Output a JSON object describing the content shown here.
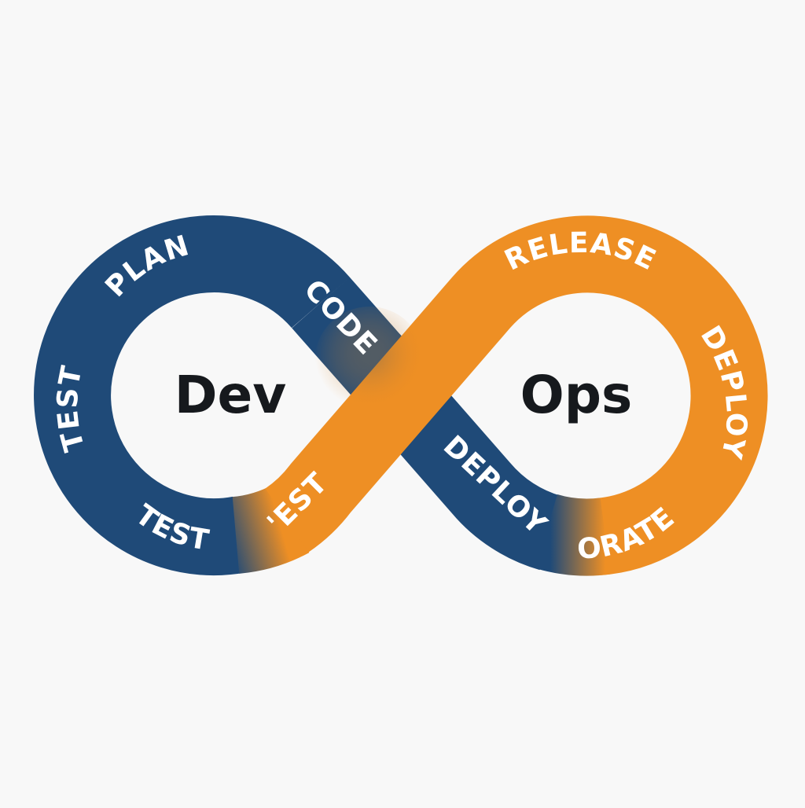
{
  "diagram": {
    "title": "DevOps infinity loop",
    "colors": {
      "background": "#F8F8F8",
      "dev_band": "#1F4A78",
      "ops_band": "#EE8F24",
      "label_text": "#FFFFFF",
      "center_text": "#16191D"
    },
    "center_labels": {
      "left": "Dev",
      "right": "Ops"
    },
    "left_loop_labels": [
      {
        "id": "plan",
        "text": "PLAN"
      },
      {
        "id": "code",
        "text": "CODE"
      },
      {
        "id": "test_left",
        "text": "TEST"
      },
      {
        "id": "test_bottom",
        "text": "TEST"
      }
    ],
    "crossing_labels": [
      {
        "id": "test_partial",
        "text": "'EST"
      },
      {
        "id": "deploy_diag",
        "text": "DEPLOY"
      }
    ],
    "right_loop_labels": [
      {
        "id": "release",
        "text": "RELEASE"
      },
      {
        "id": "deploy_right",
        "text": "DEPLOY"
      },
      {
        "id": "orate",
        "text": "ORATE"
      }
    ]
  }
}
